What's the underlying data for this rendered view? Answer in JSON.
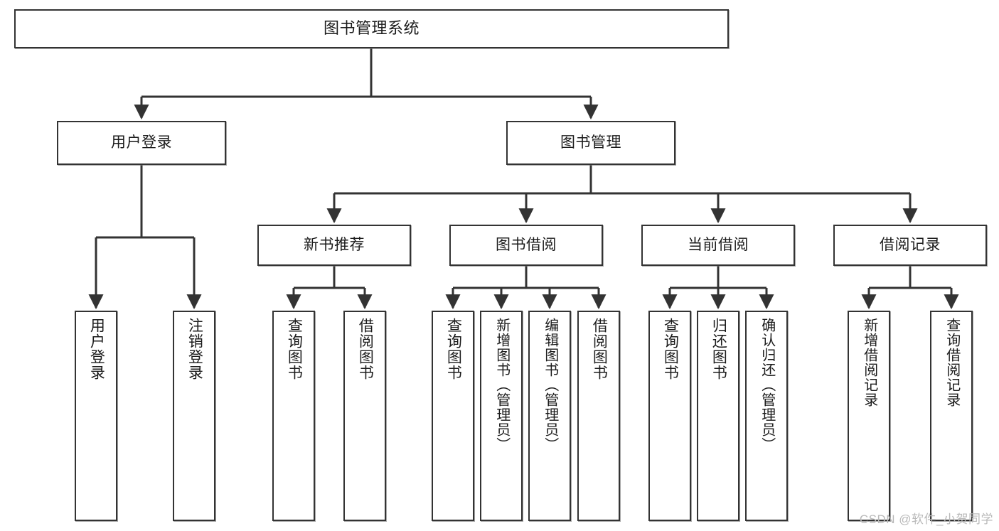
{
  "diagram": {
    "type": "tree",
    "title": "图书管理系统",
    "watermark": "CSDN @软件_小贺同学",
    "style": {
      "box_fill": "#ffffff",
      "box_stroke": "#333333",
      "line_color": "#333333",
      "page_background": "#ffffff",
      "watermark_color": "#b9b9b9"
    },
    "levels": [
      {
        "level": 1,
        "nodes": [
          {
            "id": "root",
            "label": "图书管理系统",
            "orientation": "horizontal"
          }
        ]
      },
      {
        "level": 2,
        "nodes": [
          {
            "id": "login",
            "label": "用户登录",
            "orientation": "horizontal",
            "parent": "root"
          },
          {
            "id": "bookmgmt",
            "label": "图书管理",
            "orientation": "horizontal",
            "parent": "root"
          }
        ]
      },
      {
        "level": 3,
        "nodes": [
          {
            "id": "newbook",
            "label": "新书推荐",
            "orientation": "horizontal",
            "parent": "bookmgmt"
          },
          {
            "id": "borrow",
            "label": "图书借阅",
            "orientation": "horizontal",
            "parent": "bookmgmt"
          },
          {
            "id": "current",
            "label": "当前借阅",
            "orientation": "horizontal",
            "parent": "bookmgmt"
          },
          {
            "id": "record",
            "label": "借阅记录",
            "orientation": "horizontal",
            "parent": "bookmgmt"
          }
        ]
      },
      {
        "level": 4,
        "nodes": [
          {
            "id": "leaf1",
            "label": "用户登录",
            "orientation": "vertical",
            "parent": "login"
          },
          {
            "id": "leaf2",
            "label": "注销登录",
            "orientation": "vertical",
            "parent": "login"
          },
          {
            "id": "leaf3",
            "label": "查询图书",
            "orientation": "vertical",
            "parent": "newbook"
          },
          {
            "id": "leaf4",
            "label": "借阅图书",
            "orientation": "vertical",
            "parent": "newbook"
          },
          {
            "id": "leaf5",
            "label": "查询图书",
            "orientation": "vertical",
            "parent": "borrow"
          },
          {
            "id": "leaf6",
            "label": "新增图书（管理员）",
            "orientation": "vertical",
            "parent": "borrow"
          },
          {
            "id": "leaf7",
            "label": "编辑图书（管理员）",
            "orientation": "vertical",
            "parent": "borrow"
          },
          {
            "id": "leaf8",
            "label": "借阅图书",
            "orientation": "vertical",
            "parent": "borrow"
          },
          {
            "id": "leaf9",
            "label": "查询图书",
            "orientation": "vertical",
            "parent": "current"
          },
          {
            "id": "leaf10",
            "label": "归还图书",
            "orientation": "vertical",
            "parent": "current"
          },
          {
            "id": "leaf11",
            "label": "确认归还（管理员）",
            "orientation": "vertical",
            "parent": "current"
          },
          {
            "id": "leaf12",
            "label": "新增借阅记录",
            "orientation": "vertical",
            "parent": "record"
          },
          {
            "id": "leaf13",
            "label": "查询借阅记录",
            "orientation": "vertical",
            "parent": "record"
          }
        ]
      }
    ]
  }
}
